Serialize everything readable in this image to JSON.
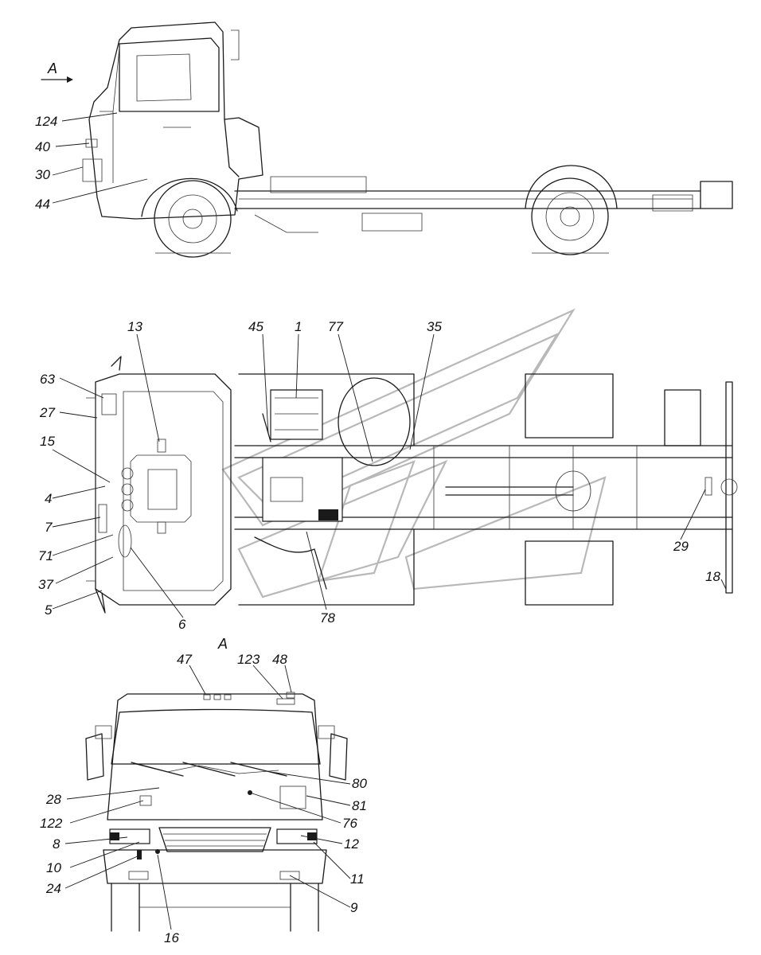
{
  "views": {
    "arrow_label": "A",
    "front_view_label": "A"
  },
  "callouts": {
    "side": [
      "124",
      "40",
      "30",
      "44"
    ],
    "top": [
      "13",
      "45",
      "1",
      "77",
      "35",
      "63",
      "27",
      "15",
      "4",
      "7",
      "71",
      "37",
      "5",
      "6",
      "78",
      "29",
      "18"
    ],
    "front": [
      "47",
      "123",
      "48",
      "80",
      "81",
      "76",
      "28",
      "122",
      "8",
      "12",
      "10",
      "11",
      "24",
      "9",
      "16"
    ]
  }
}
